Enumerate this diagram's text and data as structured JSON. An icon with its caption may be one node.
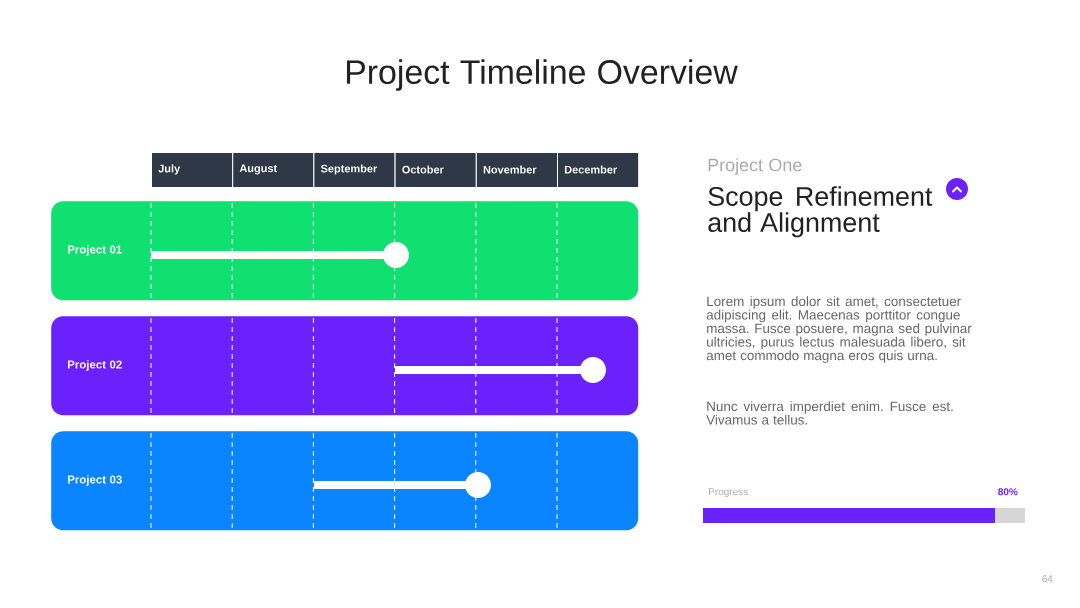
{
  "diagram": {
    "title": "Project Timeline Overview",
    "nodes": [
      {
        "text": [
          "July"
        ]
      },
      {
        "text": [
          "August"
        ]
      },
      {
        "text": [
          "September"
        ]
      },
      {
        "text": [
          "October"
        ]
      },
      {
        "text": [
          "November"
        ]
      },
      {
        "text": [
          "December"
        ]
      },
      {
        "text": [
          "Project 01"
        ]
      },
      {
        "text": [
          "Project 02"
        ]
      },
      {
        "text": [
          "Project 03"
        ]
      }
    ],
    "labels": [
      "Project One",
      "Scope Refinement and Alignment",
      "Lorem ipsum dolor sit amet, consectetuer adipiscing elit. Maecenas porttitor congue massa. Fusce posuere, magna sed pulvinar ultricies, purus lectus malesuada libero, sit amet commodo magna eros quis urna.",
      "Nunc viverra imperdiet enim. Fusce est. Vivamus a tellus.",
      "Progress",
      "80%",
      "64"
    ]
  }
}
